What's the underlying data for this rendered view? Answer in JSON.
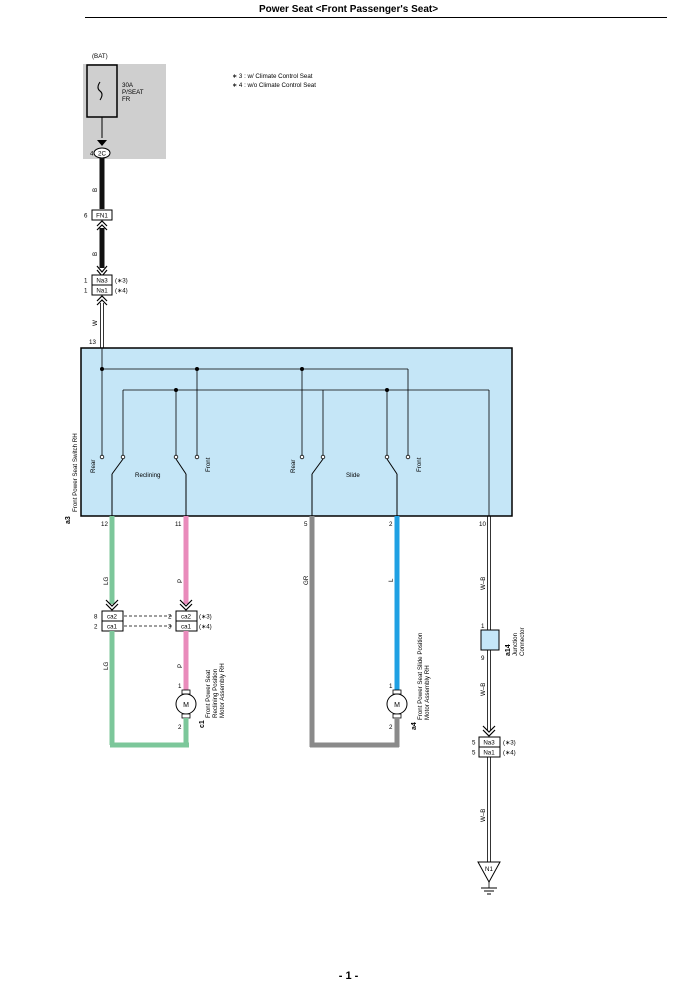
{
  "title": "Power Seat <Front Passenger's Seat>",
  "page_number": "- 1 -",
  "colors": {
    "LG": "#7cc79a",
    "P": "#e98bbb",
    "GR": "#8a8a8a",
    "L": "#1fa0e3",
    "B": "#111111",
    "switch_fill": "#c5e6f7",
    "bat_fill": "#cfcfcf"
  },
  "notes": [
    "∗ 3 : w/ Climate Control Seat",
    "∗ 4 : w/o Climate Control Seat"
  ],
  "battery": {
    "label": "(BAT)",
    "fuse_lines": [
      "30A",
      "P/SEAT",
      "FR"
    ],
    "pin": "4",
    "connector": "2C"
  },
  "connectors": {
    "fn1": {
      "pin": "6",
      "name": "FN1"
    },
    "na3_top": {
      "pin": "1",
      "name": "Na3",
      "note": "(∗3)"
    },
    "na1_top": {
      "pin": "1",
      "name": "Na1",
      "note": "(∗4)"
    },
    "ca2_left": {
      "pin": "8",
      "name": "ca2"
    },
    "ca1_left": {
      "pin": "2",
      "name": "ca1"
    },
    "ca2_right": {
      "pin": "2",
      "name": "ca2",
      "note": "(∗3)"
    },
    "ca1_right": {
      "pin": "3",
      "name": "ca1",
      "note": "(∗4)"
    },
    "na3_bot": {
      "pin": "5",
      "name": "Na3",
      "note": "(∗3)"
    },
    "na1_bot": {
      "pin": "5",
      "name": "Na1",
      "note": "(∗4)"
    }
  },
  "wires": {
    "b1": "B",
    "b2": "B",
    "w": "W",
    "lg1": "LG",
    "lg2": "LG",
    "p1": "P",
    "p2": "P",
    "gr": "GR",
    "l": "L",
    "wb1": "W–B",
    "wb2": "W–B",
    "wb3": "W–B"
  },
  "switch": {
    "id": "a3",
    "name": "Front Power Seat Switch RH",
    "pin_in": "13",
    "pins": [
      "12",
      "11",
      "5",
      "2",
      "10"
    ],
    "labels": {
      "rear1": "Rear",
      "reclining": "Reclining",
      "front1": "Front",
      "rear2": "Rear",
      "slide": "Slide",
      "front2": "Front"
    }
  },
  "motor_c1": {
    "id": "c1",
    "name_lines": [
      "Front Power Seat",
      "Reclining Position",
      "Motor Assembly RH"
    ],
    "symbol": "M",
    "pin1": "1",
    "pin2": "2"
  },
  "motor_a4": {
    "id": "a4",
    "name_lines": [
      "Front Power Seat Slide Position",
      "Motor Assembly RH"
    ],
    "symbol": "M",
    "pin1": "1",
    "pin2": "2"
  },
  "junction": {
    "id": "a14",
    "name_lines": [
      "Junction",
      "Connector"
    ],
    "pin_top": "1",
    "pin_bot": "9"
  },
  "ground": {
    "name": "N1"
  }
}
